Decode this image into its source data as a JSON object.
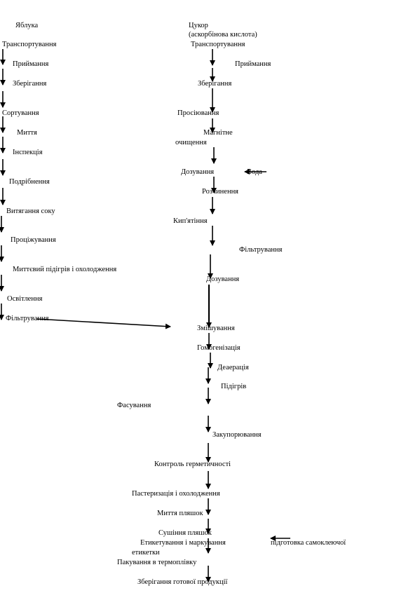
{
  "diagram": {
    "left_column": {
      "header": "Яблука",
      "steps": [
        "Транспортування",
        "Приймання",
        "Зберігання",
        "Сортування",
        "Миття",
        "Інспекція",
        "Подрібнення",
        "Витягання соку",
        "Проціжування",
        "Миттєвий підігрів і охолодження",
        "Освітлення",
        "Фільтрування"
      ]
    },
    "right_column": {
      "header_line1": "Цукор",
      "header_line2": "(аскорбінова кислота)",
      "steps": [
        "Транспортування",
        "Приймання",
        "Зберігання",
        "Просіювання",
        "Магнітне",
        "очищення",
        "Дозування",
        "Вода",
        "Розчинення",
        "Кип'ятіння",
        "Фільтрування",
        "Дозування"
      ]
    },
    "main_line": {
      "steps": [
        "Змішування",
        "Гомогенізація",
        "Деаерація",
        "Підігрів",
        "Фасування",
        "Закупорювання",
        "Контроль герметичності",
        "Пастеризація і охолодження",
        "Миття пляшок",
        "Сушіння пляшок",
        "Етикетування і маркування",
        "етикетки",
        "Пакування в термоплівку",
        "Зберігання готової продукції"
      ],
      "side_input": "підготовка самоклеючої"
    },
    "colors": {
      "text": "#000000",
      "arrow": "#000000",
      "background": "#ffffff"
    }
  }
}
